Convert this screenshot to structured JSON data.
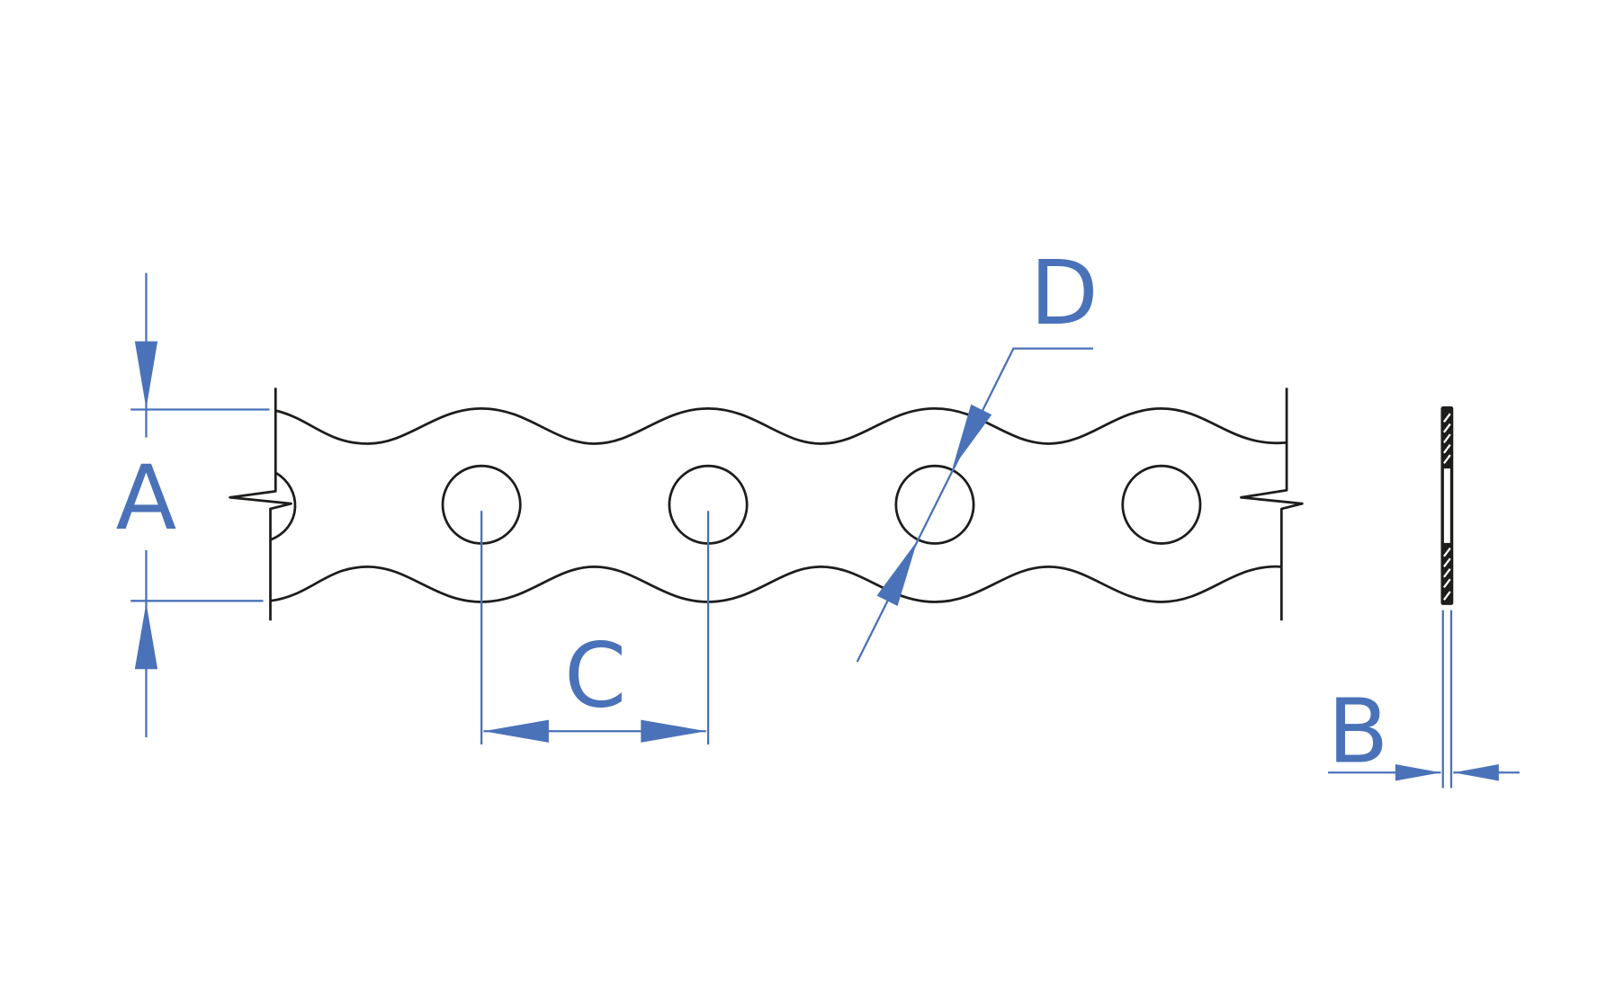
{
  "labels": {
    "width": "A",
    "thickness": "B",
    "pitch": "C",
    "hole_diameter": "D"
  },
  "colors": {
    "dimension": "#4a72b8",
    "outline": "#1d1d1b"
  }
}
